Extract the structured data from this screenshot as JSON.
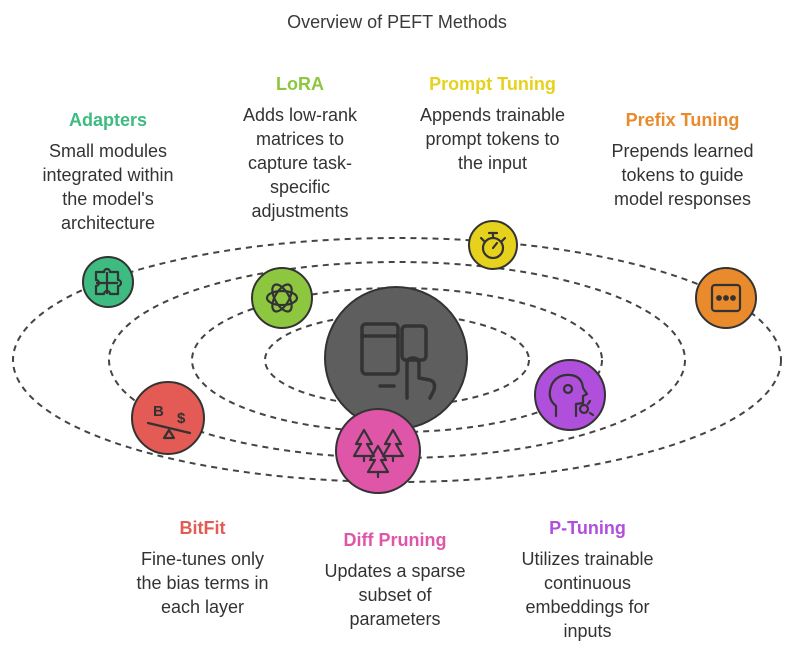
{
  "title": "Overview of PEFT Methods",
  "methods": {
    "adapters": {
      "name": "Adapters",
      "desc": "Small modules\nintegrated within\nthe model's\narchitecture",
      "color": "#3dbb80",
      "icon": "puzzle-icon"
    },
    "lora": {
      "name": "LoRA",
      "desc": "Adds low-rank\nmatrices to\ncapture task-\nspecific\nadjustments",
      "color": "#8dc63f",
      "icon": "openai-icon"
    },
    "prompt_tuning": {
      "name": "Prompt Tuning",
      "desc": "Appends trainable\nprompt tokens to\nthe input",
      "color": "#e6d21c",
      "icon": "stopwatch-icon"
    },
    "prefix_tuning": {
      "name": "Prefix Tuning",
      "desc": "Prepends learned\ntokens to guide\nmodel responses",
      "color": "#e98a2c",
      "icon": "ellipsis-box-icon"
    },
    "bitfit": {
      "name": "BitFit",
      "desc": "Fine-tunes only\nthe bias terms in\neach layer",
      "color": "#e35b54",
      "icon": "balance-scale-icon"
    },
    "diff_pruning": {
      "name": "Diff Pruning",
      "desc": "Updates a sparse\nsubset of\nparameters",
      "color": "#df55a8",
      "icon": "trees-icon"
    },
    "p_tuning": {
      "name": "P-Tuning",
      "desc": "Utilizes trainable\ncontinuous\nembeddings for\ninputs",
      "color": "#b04fdb",
      "icon": "head-gears-icon"
    }
  },
  "center": {
    "color": "#5e5e5e",
    "icon": "devices-touch-icon"
  }
}
